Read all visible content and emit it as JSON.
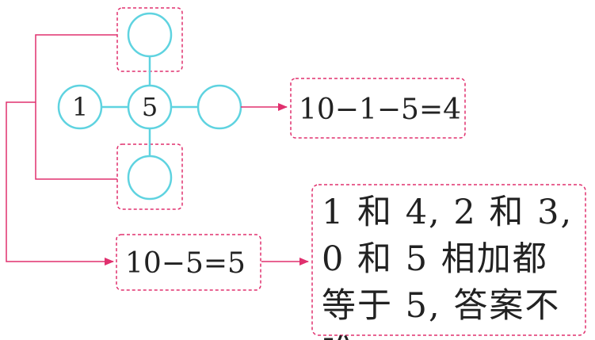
{
  "diagram": {
    "center_number": "5",
    "left_number": "1",
    "right_result_formula": "10−1−5=4",
    "bottom_formula": "10−5=5",
    "explanation": "1 和 4, 2 和 3, 0 和 5 相加都等于 5, 答案不唯一。"
  },
  "colors": {
    "circle": "#5fd3e0",
    "arrow": "#e0306e",
    "dashed_box": "#e0306e",
    "text": "#222222"
  }
}
